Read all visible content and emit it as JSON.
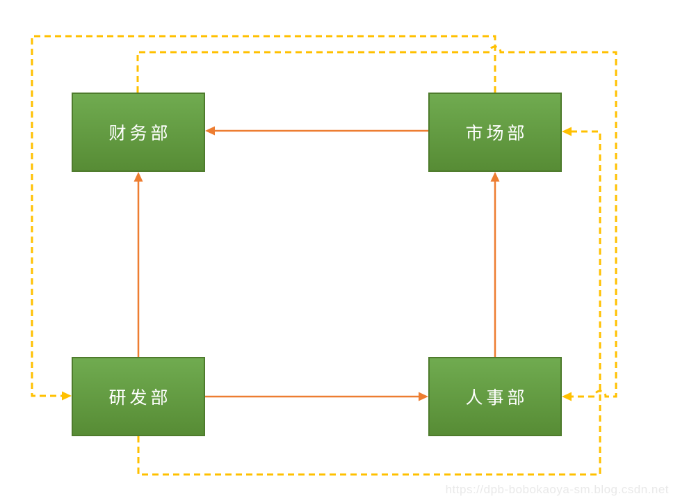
{
  "diagram": {
    "nodes": [
      {
        "id": "finance",
        "label": "财务部"
      },
      {
        "id": "market",
        "label": "市场部"
      },
      {
        "id": "rnd",
        "label": "研发部"
      },
      {
        "id": "hr",
        "label": "人事部"
      }
    ],
    "connections": [
      {
        "from": "市场部",
        "to": "财务部",
        "line": "solid",
        "arrow": "left"
      },
      {
        "from": "研发部",
        "to": "财务部",
        "line": "solid",
        "arrow": "up"
      },
      {
        "from": "研发部",
        "to": "人事部",
        "line": "solid",
        "arrow": "right"
      },
      {
        "from": "人事部",
        "to": "市场部",
        "line": "solid",
        "arrow": "up"
      },
      {
        "from": "市场部",
        "to": "研发部",
        "line": "dashed",
        "arrow": "right"
      },
      {
        "from": "财务部",
        "to": "人事部",
        "line": "dashed",
        "arrow": "left"
      },
      {
        "from": "研发部",
        "to": "市场部",
        "line": "dashed",
        "arrow": "left"
      }
    ]
  },
  "watermark": {
    "text": "https://dpb-bobokaoya-sm.blog.csdn.net"
  },
  "colors": {
    "background": "#FFFFFF",
    "node_fill_top": "#70AB50",
    "node_fill_bottom": "#578C35",
    "node_border": "#4E7B2C",
    "node_text": "#FFFFFF",
    "solid_arrow": "#ED7D31",
    "dashed_arrow": "#FFC000",
    "watermark": "#E9E9E9"
  }
}
